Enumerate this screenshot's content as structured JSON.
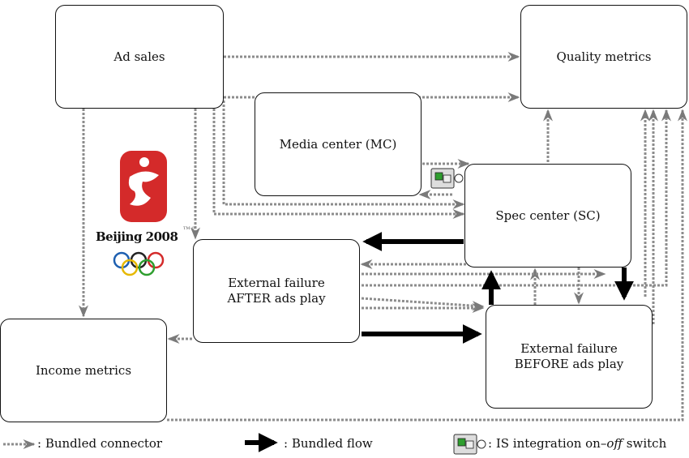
{
  "boxes": {
    "ad_sales": "Ad sales",
    "quality_metrics": "Quality metrics",
    "media_center": "Media center (MC)",
    "spec_center": "Spec center (SC)",
    "external_after": "External failure\nAFTER ads play",
    "external_before": "External failure\nBEFORE ads play",
    "income_metrics": "Income metrics"
  },
  "logo": {
    "text": "Beijing 2008",
    "tm": "TM ©"
  },
  "legend": {
    "bundled_connector": ": Bundled connector",
    "bundled_flow": ": Bundled flow",
    "switch_label_pre": ": IS integration on–",
    "switch_label_italic": "off",
    "switch_label_post": " switch"
  },
  "colors": {
    "connector": "#808080",
    "flow": "#000000",
    "logo_red": "#d42a2a",
    "switch_green": "#2e9e2e"
  }
}
